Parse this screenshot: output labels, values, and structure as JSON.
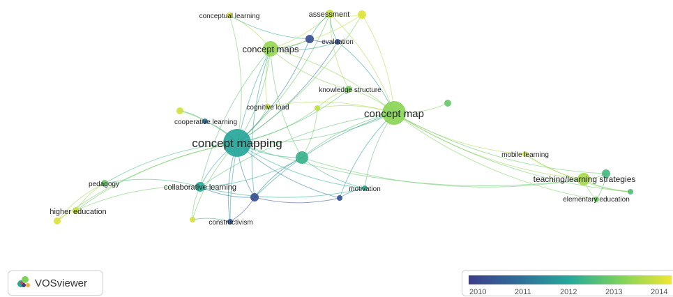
{
  "network": {
    "nodes": [
      {
        "label": "concept mapping",
        "year": 2012.0
      },
      {
        "label": "concept map",
        "year": 2013.3
      },
      {
        "label": "concept maps",
        "year": 2013.4
      },
      {
        "label": "assessment",
        "year": 2013.9
      },
      {
        "label": "conceptual learning",
        "year": 2014.1
      },
      {
        "label": "evaluation",
        "year": 2010.2
      },
      {
        "label": "knowledge structure",
        "year": 2013.1
      },
      {
        "label": "cognitive load",
        "year": 2013.9
      },
      {
        "label": "cooperative learning",
        "year": 2011.0
      },
      {
        "label": "collaborative learning",
        "year": 2012.1
      },
      {
        "label": "pedagogy",
        "year": 2012.9
      },
      {
        "label": "higher education",
        "year": 2013.9
      },
      {
        "label": "constructivism",
        "year": 2010.5
      },
      {
        "label": "motivation",
        "year": 2012.2
      },
      {
        "label": "mobile learning",
        "year": 2013.9
      },
      {
        "label": "teaching/learning strategies",
        "year": 2013.6
      },
      {
        "label": "elementary education",
        "year": 2013.0
      },
      {
        "label": "",
        "year": 2014.1
      },
      {
        "label": "",
        "year": 2014.0
      },
      {
        "label": "",
        "year": 2013.8
      },
      {
        "label": "",
        "year": 2012.3
      },
      {
        "label": "",
        "year": 2012.9
      },
      {
        "label": "",
        "year": 2010.2
      },
      {
        "label": "",
        "year": 2010.2
      },
      {
        "label": "",
        "year": 2010.3
      },
      {
        "label": "",
        "year": 2014.0
      },
      {
        "label": "",
        "year": 2014.1
      },
      {
        "label": "",
        "year": 2012.6
      },
      {
        "label": "",
        "year": 2012.5
      }
    ]
  },
  "brand": {
    "name": "VOSviewer",
    "logo_icon": "vosviewer-logo-icon"
  },
  "legend": {
    "ticks": [
      "2010",
      "2011",
      "2012",
      "2013",
      "2014"
    ],
    "range": [
      2009.8,
      2014.3
    ],
    "colors": [
      "#3e3d8c",
      "#2f6e9a",
      "#26a99a",
      "#7dd35a",
      "#f2e633"
    ]
  }
}
